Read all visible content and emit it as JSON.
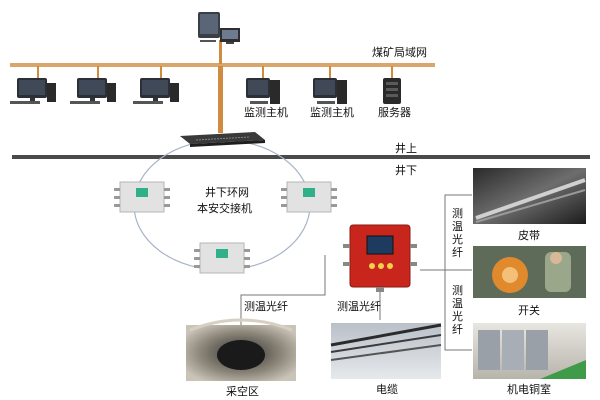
{
  "colors": {
    "lan_bus": "#d9a56a",
    "trunk": "#d08b40",
    "ground_line": "#4a4a4a",
    "ring": "#a8b4c8",
    "station_body": "#e2e2e2",
    "station_screen": "#2fb089",
    "box_red": "#c8261c"
  },
  "labels": {
    "lan": "煤矿局域网",
    "surface": "井上",
    "underground": "井下",
    "ring_line1": "井下环网",
    "ring_line2": "本安交接机",
    "monitor_host_1": "监测主机",
    "monitor_host_2": "监测主机",
    "server": "服务器",
    "fiber_left": "测温光纤",
    "fiber_center": "测温光纤",
    "fiber_right_1": "测温光纤",
    "fiber_right_2": "测温光纤",
    "photo_goaf": "采空区",
    "photo_cable": "电缆",
    "photo_belt": "皮带",
    "photo_switch": "开关",
    "photo_room": "机电铜室"
  },
  "icons": {
    "top_monitor": "desktop-monitor-icon",
    "pc": "desktop-pc-icon",
    "server": "server-tower-icon",
    "switch": "network-switch-icon",
    "station": "ring-station-icon",
    "control_box": "control-box-icon"
  }
}
